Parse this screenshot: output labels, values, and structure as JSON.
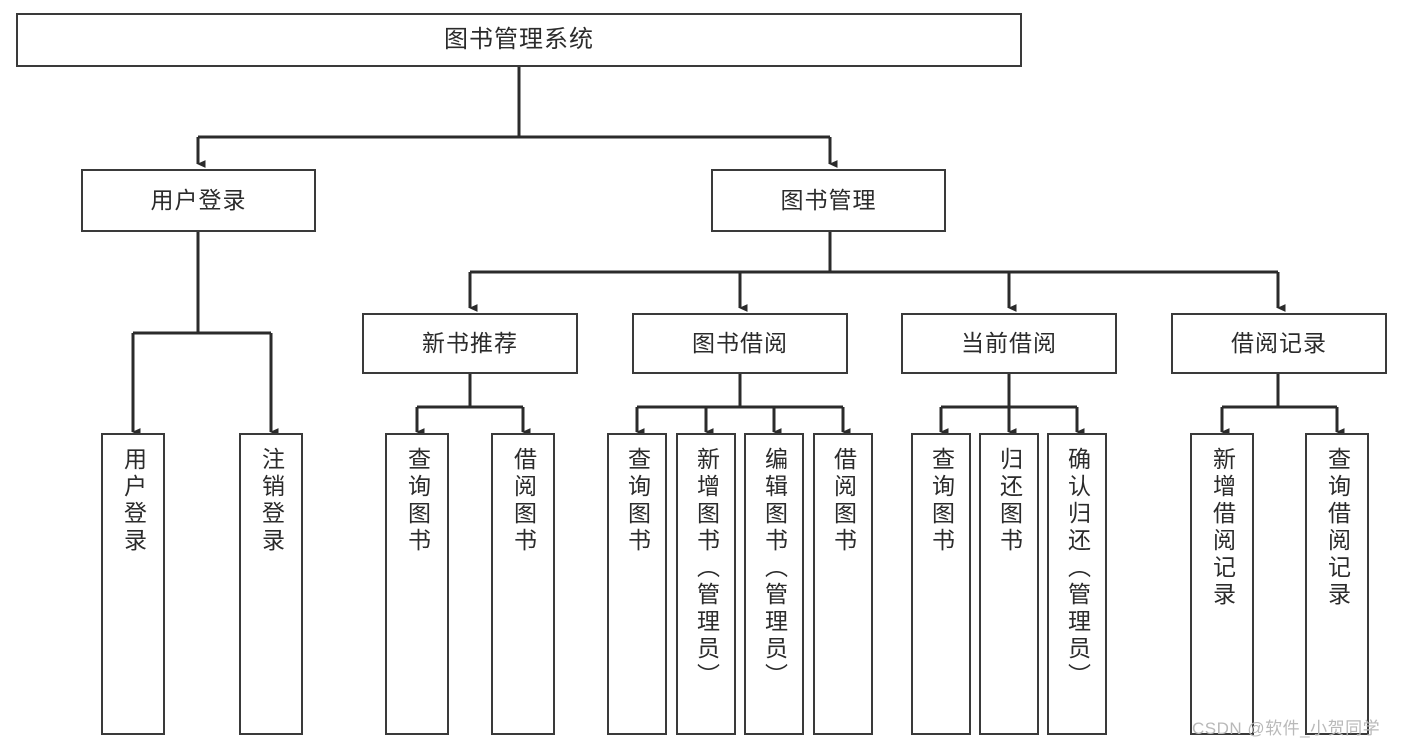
{
  "diagram": {
    "title": "图书管理系统",
    "type": "tree-hierarchy-chart",
    "orientation": "top-down",
    "colors": {
      "background": "#ffffff",
      "box_border": "#3a3a3a",
      "box_fill": "#ffffff",
      "edge": "#2b2b2b",
      "text": "#2b2b2b",
      "watermark": "#b9b9b9"
    }
  },
  "root": {
    "label": "图书管理系统"
  },
  "level2": [
    {
      "label": "用户登录"
    },
    {
      "label": "图书管理"
    }
  ],
  "level3": [
    {
      "label": "新书推荐"
    },
    {
      "label": "图书借阅"
    },
    {
      "label": "当前借阅"
    },
    {
      "label": "借阅记录"
    }
  ],
  "leaves": {
    "user_login": [
      {
        "label": "用户登录"
      },
      {
        "label": "注销登录"
      }
    ],
    "new_book_recommend": [
      {
        "label": "查询图书"
      },
      {
        "label": "借阅图书"
      }
    ],
    "book_borrow": [
      {
        "label": "查询图书"
      },
      {
        "label": "新增图书（管理员）"
      },
      {
        "label": "编辑图书（管理员）"
      },
      {
        "label": "借阅图书"
      }
    ],
    "current_borrow": [
      {
        "label": "查询图书"
      },
      {
        "label": "归还图书"
      },
      {
        "label": "确认归还（管理员）"
      }
    ],
    "borrow_record": [
      {
        "label": "新增借阅记录"
      },
      {
        "label": "查询借阅记录"
      }
    ]
  },
  "watermark": {
    "text": "CSDN @软件_小贺同学"
  }
}
